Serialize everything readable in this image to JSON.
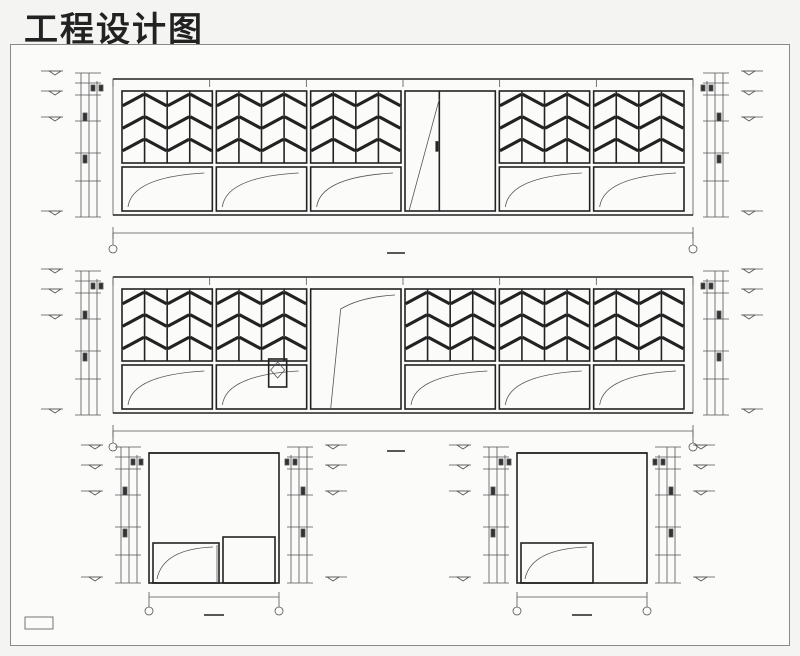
{
  "page": {
    "title": "工程设计图"
  },
  "drawing": {
    "legend_note": "",
    "elevations": [
      {
        "id": "elevation-1",
        "panels": [
          "glazed",
          "glazed",
          "glazed",
          "door",
          "glazed",
          "glazed"
        ]
      },
      {
        "id": "elevation-2",
        "panels": [
          "glazed",
          "glazed",
          "door-small",
          "glazed",
          "glazed",
          "glazed"
        ]
      }
    ],
    "sections": [
      {
        "id": "section-left",
        "axes": 2
      },
      {
        "id": "section-right",
        "axes": 2
      }
    ]
  },
  "colors": {
    "line": "#222222",
    "sheet": "#fbfbfa",
    "page": "#f4f4f2"
  }
}
